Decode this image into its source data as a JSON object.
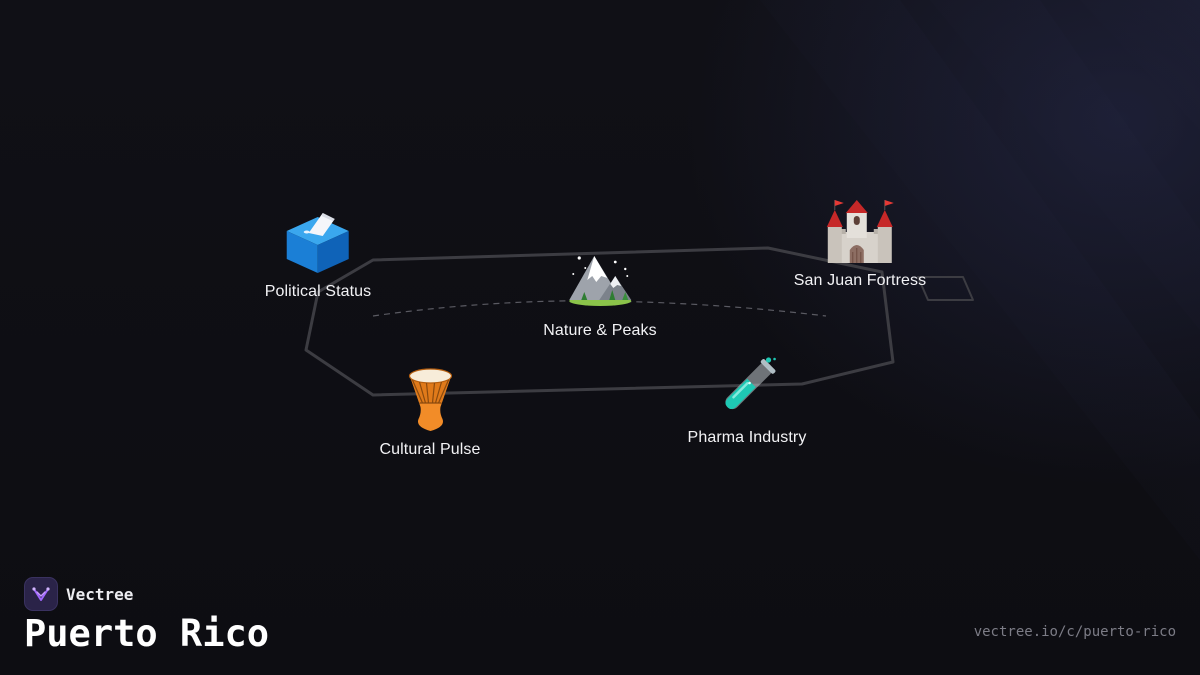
{
  "brand": {
    "name": "Vectree",
    "accent_color": "#a066ff",
    "logo_icon": "vectree-logo-icon"
  },
  "page": {
    "title": "Puerto Rico",
    "url": "vectree.io/c/puerto-rico"
  },
  "map": {
    "outline_color": "#3c3c42",
    "divider_color": "#5a5a62"
  },
  "topics": [
    {
      "label": "Political Status",
      "icon": "ballot-box-icon"
    },
    {
      "label": "Nature & Peaks",
      "icon": "mountain-icon"
    },
    {
      "label": "San Juan Fortress",
      "icon": "castle-icon"
    },
    {
      "label": "Cultural Pulse",
      "icon": "drum-icon"
    },
    {
      "label": "Pharma Industry",
      "icon": "test-tube-icon"
    }
  ]
}
